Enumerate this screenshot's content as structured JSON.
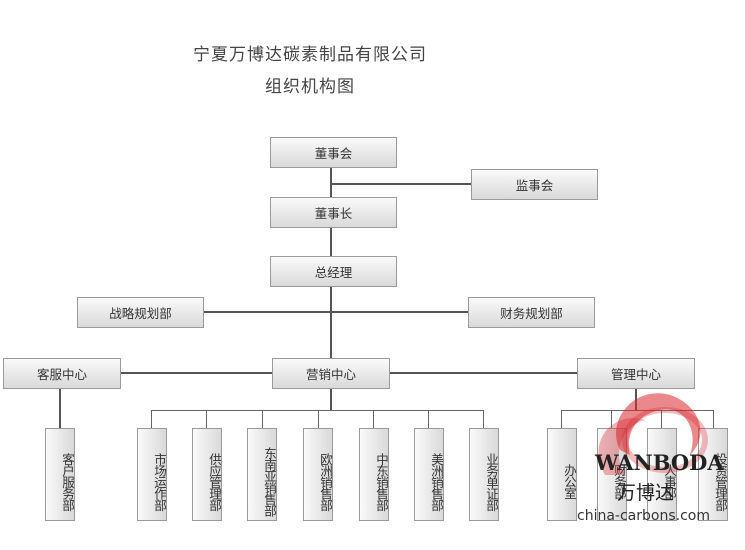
{
  "title": {
    "line1": "宁夏万博达碳素制品有限公司",
    "line2": "组织机构图"
  },
  "nodes": {
    "board": "董事会",
    "supervisors": "监事会",
    "chairman": "董事长",
    "gm": "总经理",
    "strategy": "战略规划部",
    "finance": "财务规划部",
    "customer_center": "客服中心",
    "marketing_center": "营销中心",
    "management_center": "管理中心"
  },
  "customer_depts": [
    "客户服务部"
  ],
  "marketing_depts": [
    "市场运作部",
    "供应管理部",
    "东南亚销售部",
    "欧洲销售部",
    "中东销售部",
    "美洲销售部",
    "业务单证部"
  ],
  "management_depts": [
    "办公室",
    "财务部",
    "人事部",
    "投资管理部"
  ],
  "watermark": {
    "brand": "WANBODA",
    "cn": "万博达",
    "domain": "china-carbons.com",
    "color": "#d8262c"
  }
}
